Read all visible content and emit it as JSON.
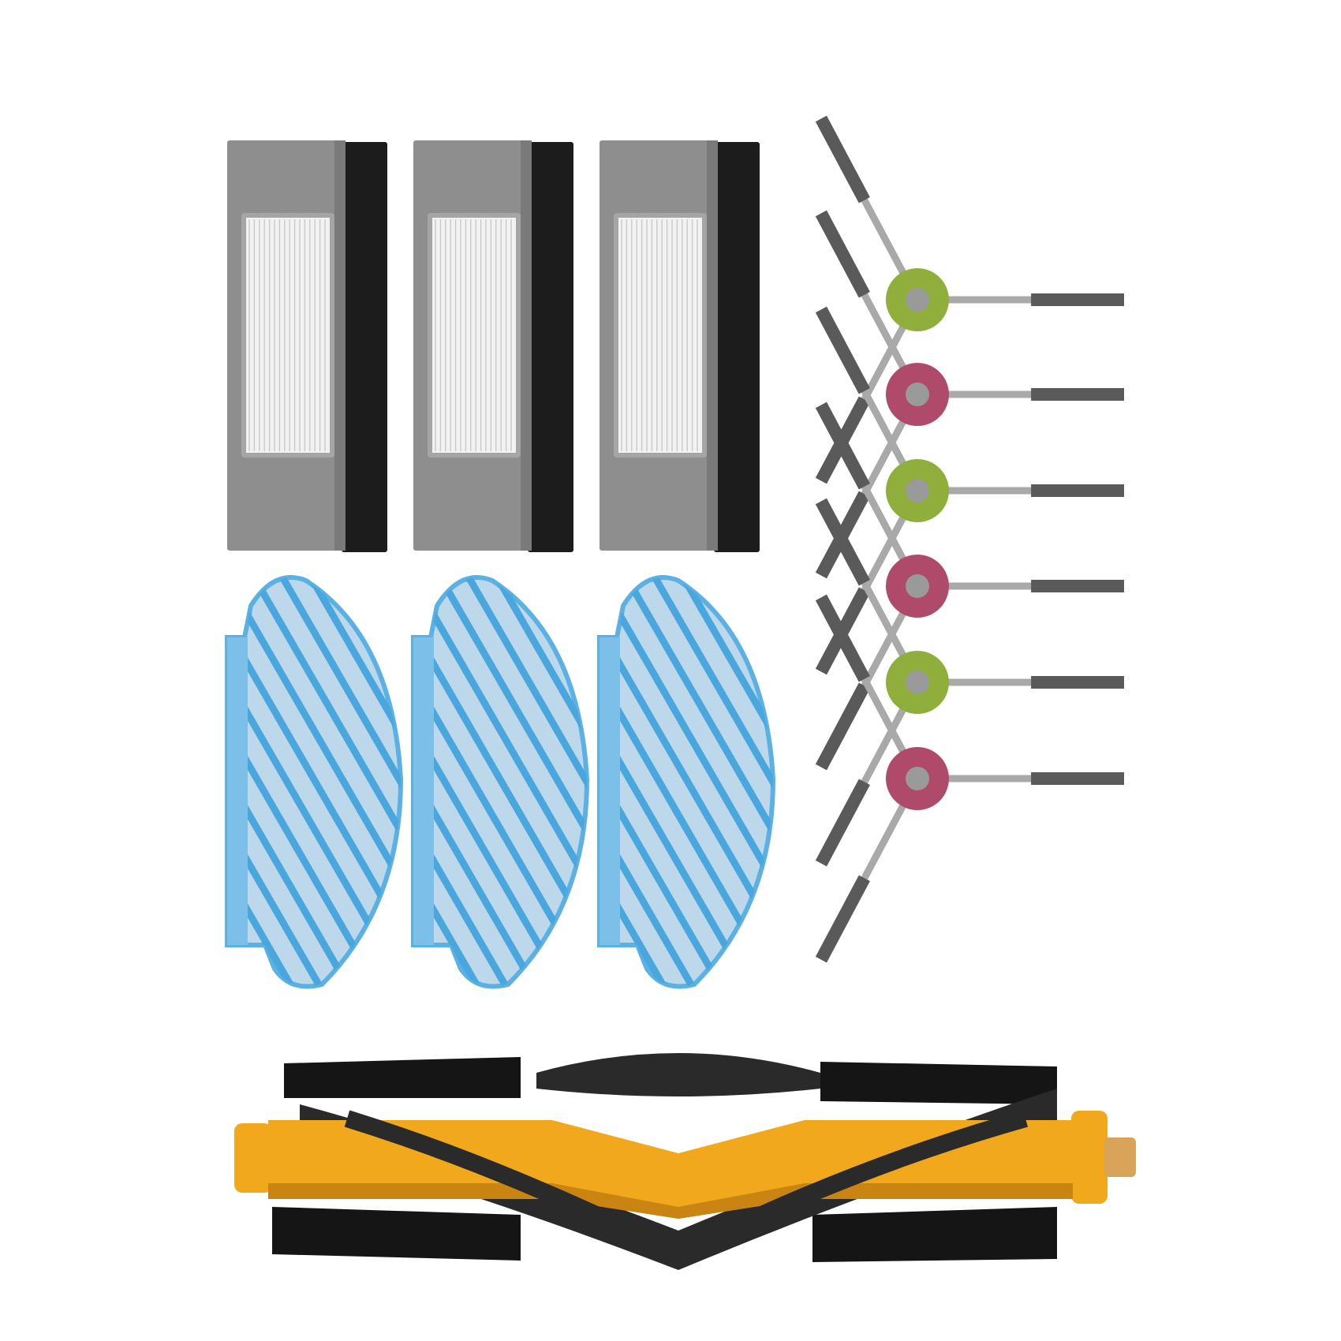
{
  "colors": {
    "background": "#ffffff",
    "filter_frame": "#8e8e8e",
    "filter_frame_shade": "#7a7a7a",
    "hepa_pleat": "#f2f2f2",
    "hepa_line": "#c9c9c9",
    "foam": "#1c1c1c",
    "mop_base": "#bcd8ea",
    "mop_stripe": "#4aa7dd",
    "mop_border": "#5bb1e3",
    "mop_strip": "#7cc0ea",
    "bristle": "#5a5a5a",
    "arm": "#a9a9a9",
    "hub_green": "#8fae3c",
    "hub_red": "#b04a6a",
    "hub_center": "#9a9a9a",
    "roller_core": "#f2a81d",
    "roller_core_dark": "#c98412",
    "roller_fin": "#151515",
    "roller_bristle": "#2a2a2a"
  },
  "items": {
    "hepa_filters": 3,
    "mop_pads": 3,
    "side_brushes": [
      "green",
      "red",
      "green",
      "red",
      "green",
      "red"
    ],
    "main_brush": 1
  }
}
